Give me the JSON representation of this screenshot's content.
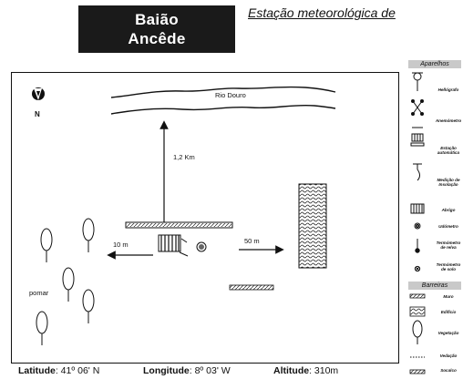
{
  "header": {
    "title_line1": "Baião",
    "title_line2": "Ancêde",
    "station_title": "Estação meteorológica de"
  },
  "map": {
    "north_label": "N",
    "river_label": "Rio Douro",
    "distance_to_river": "1,2 Km",
    "distance_left": "10  m",
    "distance_right": "50  m",
    "orchard_label": "pomar"
  },
  "legend": {
    "devices_header": "Aparelhos",
    "devices": [
      {
        "label": "Hellógrafo",
        "icon": "heliograph-icon"
      },
      {
        "label": "Anemómetro",
        "icon": "anemometer-icon"
      },
      {
        "label": "Estação automática",
        "icon": "automatic-station-icon"
      },
      {
        "label": "Medição de Insolação",
        "icon": "insolation-icon"
      },
      {
        "label": "Abrigo",
        "icon": "shelter-icon"
      },
      {
        "label": "Udómetro",
        "icon": "rain-gauge-icon"
      },
      {
        "label": "Termómetro de relva",
        "icon": "grass-thermometer-icon"
      },
      {
        "label": "Termómetro de solo",
        "icon": "soil-thermometer-icon"
      }
    ],
    "barriers_header": "Barreiras",
    "barriers": [
      {
        "label": "Muro",
        "icon": "wall-icon"
      },
      {
        "label": "Edifício",
        "icon": "building-icon"
      },
      {
        "label": "Vegetação",
        "icon": "tree-icon"
      },
      {
        "label": "Vedação",
        "icon": "fence-icon"
      },
      {
        "label": "Socalco",
        "icon": "terrace-icon"
      }
    ]
  },
  "footer": {
    "latitude_label": "Latitude",
    "latitude_value": ": 41º 06' N",
    "longitude_label": "Longitude",
    "longitude_value": ": 8º 03' W",
    "altitude_label": "Altitude",
    "altitude_value": ": 310m"
  }
}
